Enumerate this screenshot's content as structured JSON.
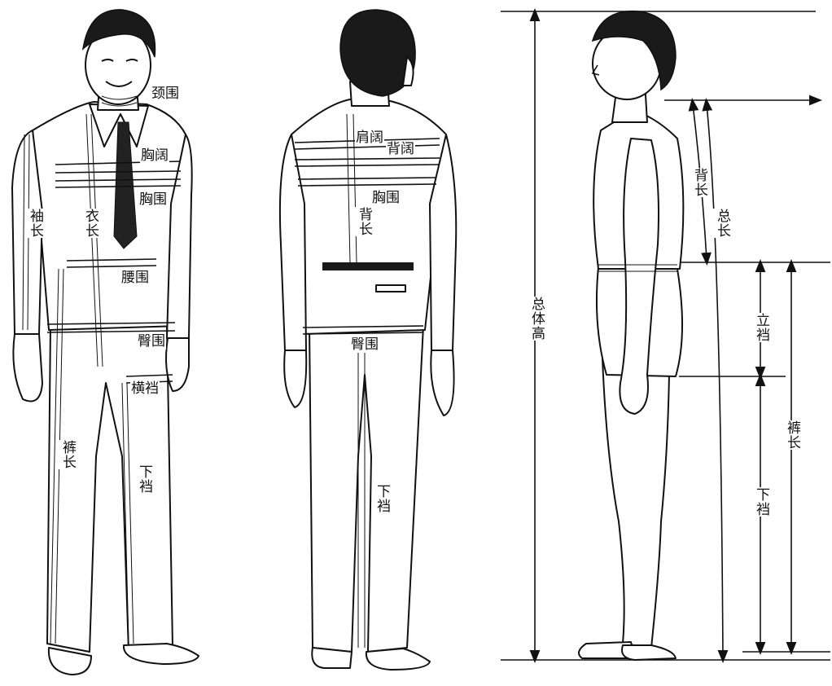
{
  "front": {
    "neck": "颈围",
    "chest_width": "胸阔",
    "chest": "胸围",
    "sleeve": "袖长",
    "jacket": "衣长",
    "waist": "腰围",
    "hip": "臀围",
    "crotch_width": "横裆",
    "trouser": "裤长",
    "inseam": "下裆"
  },
  "back": {
    "shoulder": "肩阔",
    "back_width": "背阔",
    "chest": "胸围",
    "back_length": "背长",
    "hip": "臀围",
    "inseam": "下裆"
  },
  "side": {
    "back_length": "背长",
    "total_length": "总长",
    "total_height": "总体高",
    "rise": "立裆",
    "trouser": "裤长",
    "inseam": "下裆"
  }
}
